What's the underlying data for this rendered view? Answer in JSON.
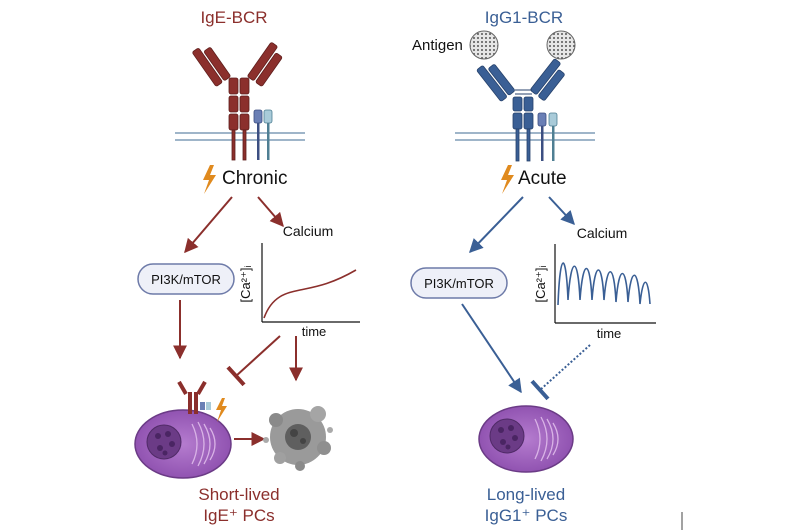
{
  "left": {
    "title": "IgE-BCR",
    "signal": "Chronic",
    "node": "PI3K/mTOR",
    "calcium_title": "Calcium",
    "y_axis": "[Ca²⁺]ᵢ",
    "x_axis": "time",
    "outcome_line1": "Short-lived",
    "outcome_line2": "IgE⁺ PCs",
    "color": "#8b2f2c"
  },
  "right": {
    "title": "IgG1-BCR",
    "antigen_label": "Antigen",
    "signal": "Acute",
    "node": "PI3K/mTOR",
    "calcium_title": "Calcium",
    "y_axis": "[Ca²⁺]ᵢ",
    "x_axis": "time",
    "outcome_line1": "Long-lived",
    "outcome_line2": "IgG1⁺ PCs",
    "color": "#3a5f95"
  },
  "colors": {
    "cell_fill": "#9b59b6",
    "cell_outline": "#6b3b86",
    "lightning": "#e08a1e",
    "membrane": "#9fb5c9",
    "dying_cell": "#8e8e8e"
  }
}
